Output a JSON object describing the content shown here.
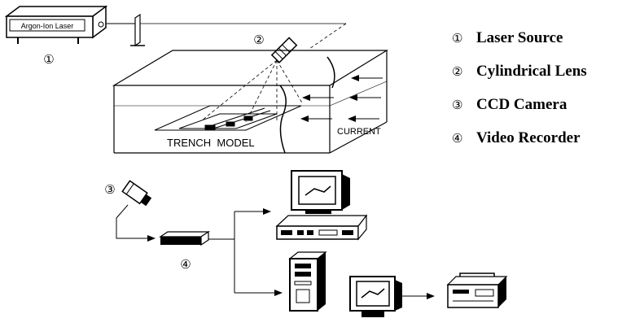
{
  "labels": {
    "laser_box": "Argon-Ion Laser",
    "trench_model": "TRENCH  MODEL",
    "current": "CURRENT"
  },
  "markers": {
    "laser": "①",
    "lens": "②",
    "camera": "③",
    "recorder": "④"
  },
  "legend": [
    {
      "marker": "①",
      "label": "Laser Source"
    },
    {
      "marker": "②",
      "label": "Cylindrical Lens"
    },
    {
      "marker": "③",
      "label": "CCD Camera"
    },
    {
      "marker": "④",
      "label": "Video Recorder"
    }
  ]
}
